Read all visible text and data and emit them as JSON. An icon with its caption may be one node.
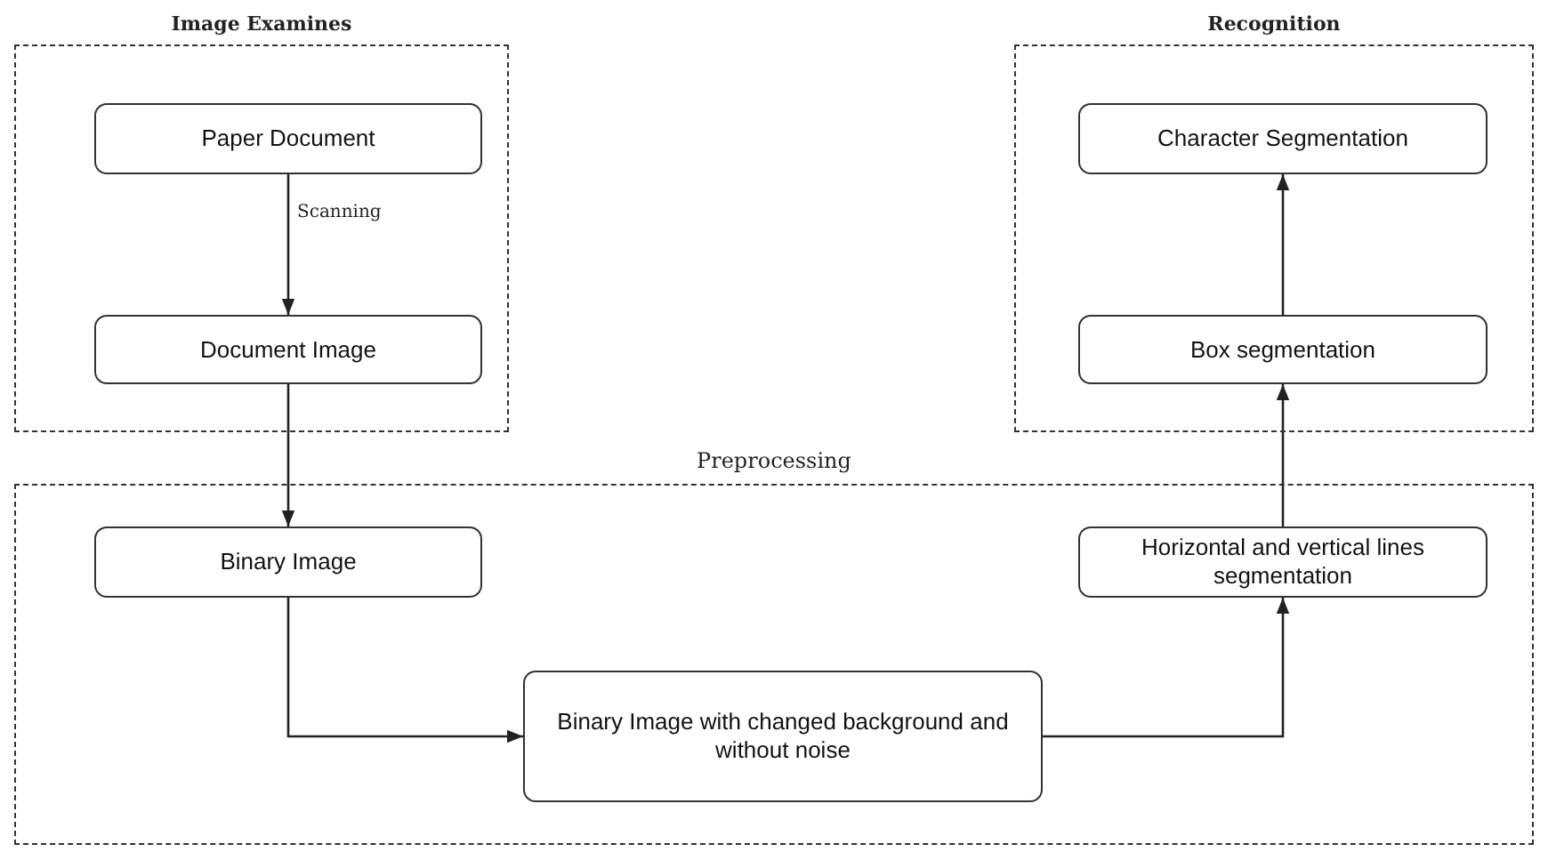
{
  "diagram": {
    "nodes": [
      {
        "text": [
          "Image Examines"
        ]
      },
      {
        "text": [
          "Paper Document"
        ],
        "in": 0
      },
      {
        "text": [
          "Document Image"
        ],
        "in": 0
      },
      {
        "text": [
          "Recognition"
        ]
      },
      {
        "text": [
          "Character Segmentation"
        ],
        "in": 3
      },
      {
        "text": [
          "Box segmentation"
        ],
        "in": 3
      },
      {
        "text": [
          "Preprocessing"
        ]
      },
      {
        "text": [
          "Binary Image"
        ],
        "in": 6
      },
      {
        "text": [
          "Binary Image with changed background and without noise"
        ],
        "in": 6
      },
      {
        "text": [
          "Horizontal and vertical lines segmentation"
        ],
        "in": 6
      }
    ],
    "edges": [
      {
        "from": 1,
        "to": 2,
        "arrow": "to",
        "label": "Scanning"
      },
      {
        "from": 2,
        "to": 7,
        "arrow": "to"
      },
      {
        "from": 7,
        "to": 8,
        "arrow": "to"
      },
      {
        "from": 8,
        "to": 9,
        "arrow": "to"
      },
      {
        "from": 9,
        "to": 5,
        "arrow": "to"
      },
      {
        "from": 5,
        "to": 4,
        "arrow": "to"
      }
    ]
  }
}
